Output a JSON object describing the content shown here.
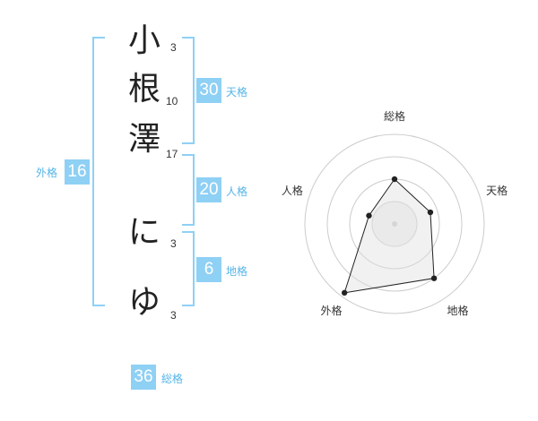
{
  "name": {
    "chars": [
      {
        "char": "小",
        "strokes": "3"
      },
      {
        "char": "根",
        "strokes": "10"
      },
      {
        "char": "澤",
        "strokes": "17"
      },
      {
        "char": "に",
        "strokes": "3"
      },
      {
        "char": "ゆ",
        "strokes": "3"
      }
    ]
  },
  "fortunes": {
    "tenkaku": {
      "value": "30",
      "label": "天格"
    },
    "jinkaku": {
      "value": "20",
      "label": "人格"
    },
    "chikaku": {
      "value": "6",
      "label": "地格"
    },
    "gaikaku": {
      "value": "16",
      "label": "外格"
    },
    "soukaku": {
      "value": "36",
      "label": "総格"
    }
  },
  "chart_data": {
    "type": "radar",
    "axes": [
      "総格",
      "天格",
      "地格",
      "外格",
      "人格"
    ],
    "values": [
      0.5,
      0.42,
      0.75,
      0.95,
      0.3
    ],
    "rings": 4,
    "range": [
      0,
      1
    ],
    "colors": {
      "fill": "#efefef",
      "stroke": "#222222",
      "point": "#222222",
      "grid": "#cccccc",
      "center": "#cccccc"
    }
  },
  "colors": {
    "accent": "#8fd0f5",
    "accent_text": "#55b5e8"
  }
}
